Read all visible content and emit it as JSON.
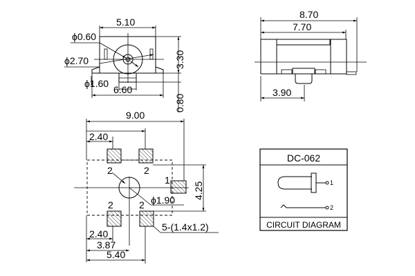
{
  "top_view": {
    "dim_width_top": "5.10",
    "dim_hole_small": "ϕ0.60",
    "dim_hole_large": "ϕ2.70",
    "dim_height": "3.30",
    "dim_pin": "ϕ1.60",
    "dim_base_width": "6.60",
    "dim_pin_height": "0.80"
  },
  "side_view": {
    "dim_overall": "8.70",
    "dim_body": "7.70",
    "dim_offset": "3.90"
  },
  "footprint": {
    "dim_overall": "9.00",
    "dim_top_pad_offset": "2.40",
    "dim_bottom_pad_offset": "2.40",
    "dim_center": "3.87",
    "dim_pad_span": "5.40",
    "dim_pad_pitch_v": "4.25",
    "dim_hole": "ϕ1.90",
    "pad_spec": "5-(1.4x1.2)",
    "pad_labels": [
      "2",
      "2",
      "1",
      "2",
      "2"
    ]
  },
  "circuit": {
    "model": "DC-062",
    "caption": "CIRCUIT DIAGRAM",
    "pin1": "1",
    "pin2": "2"
  },
  "colors": {
    "line": "#000000",
    "hatch": "#555555",
    "background": "#ffffff"
  }
}
